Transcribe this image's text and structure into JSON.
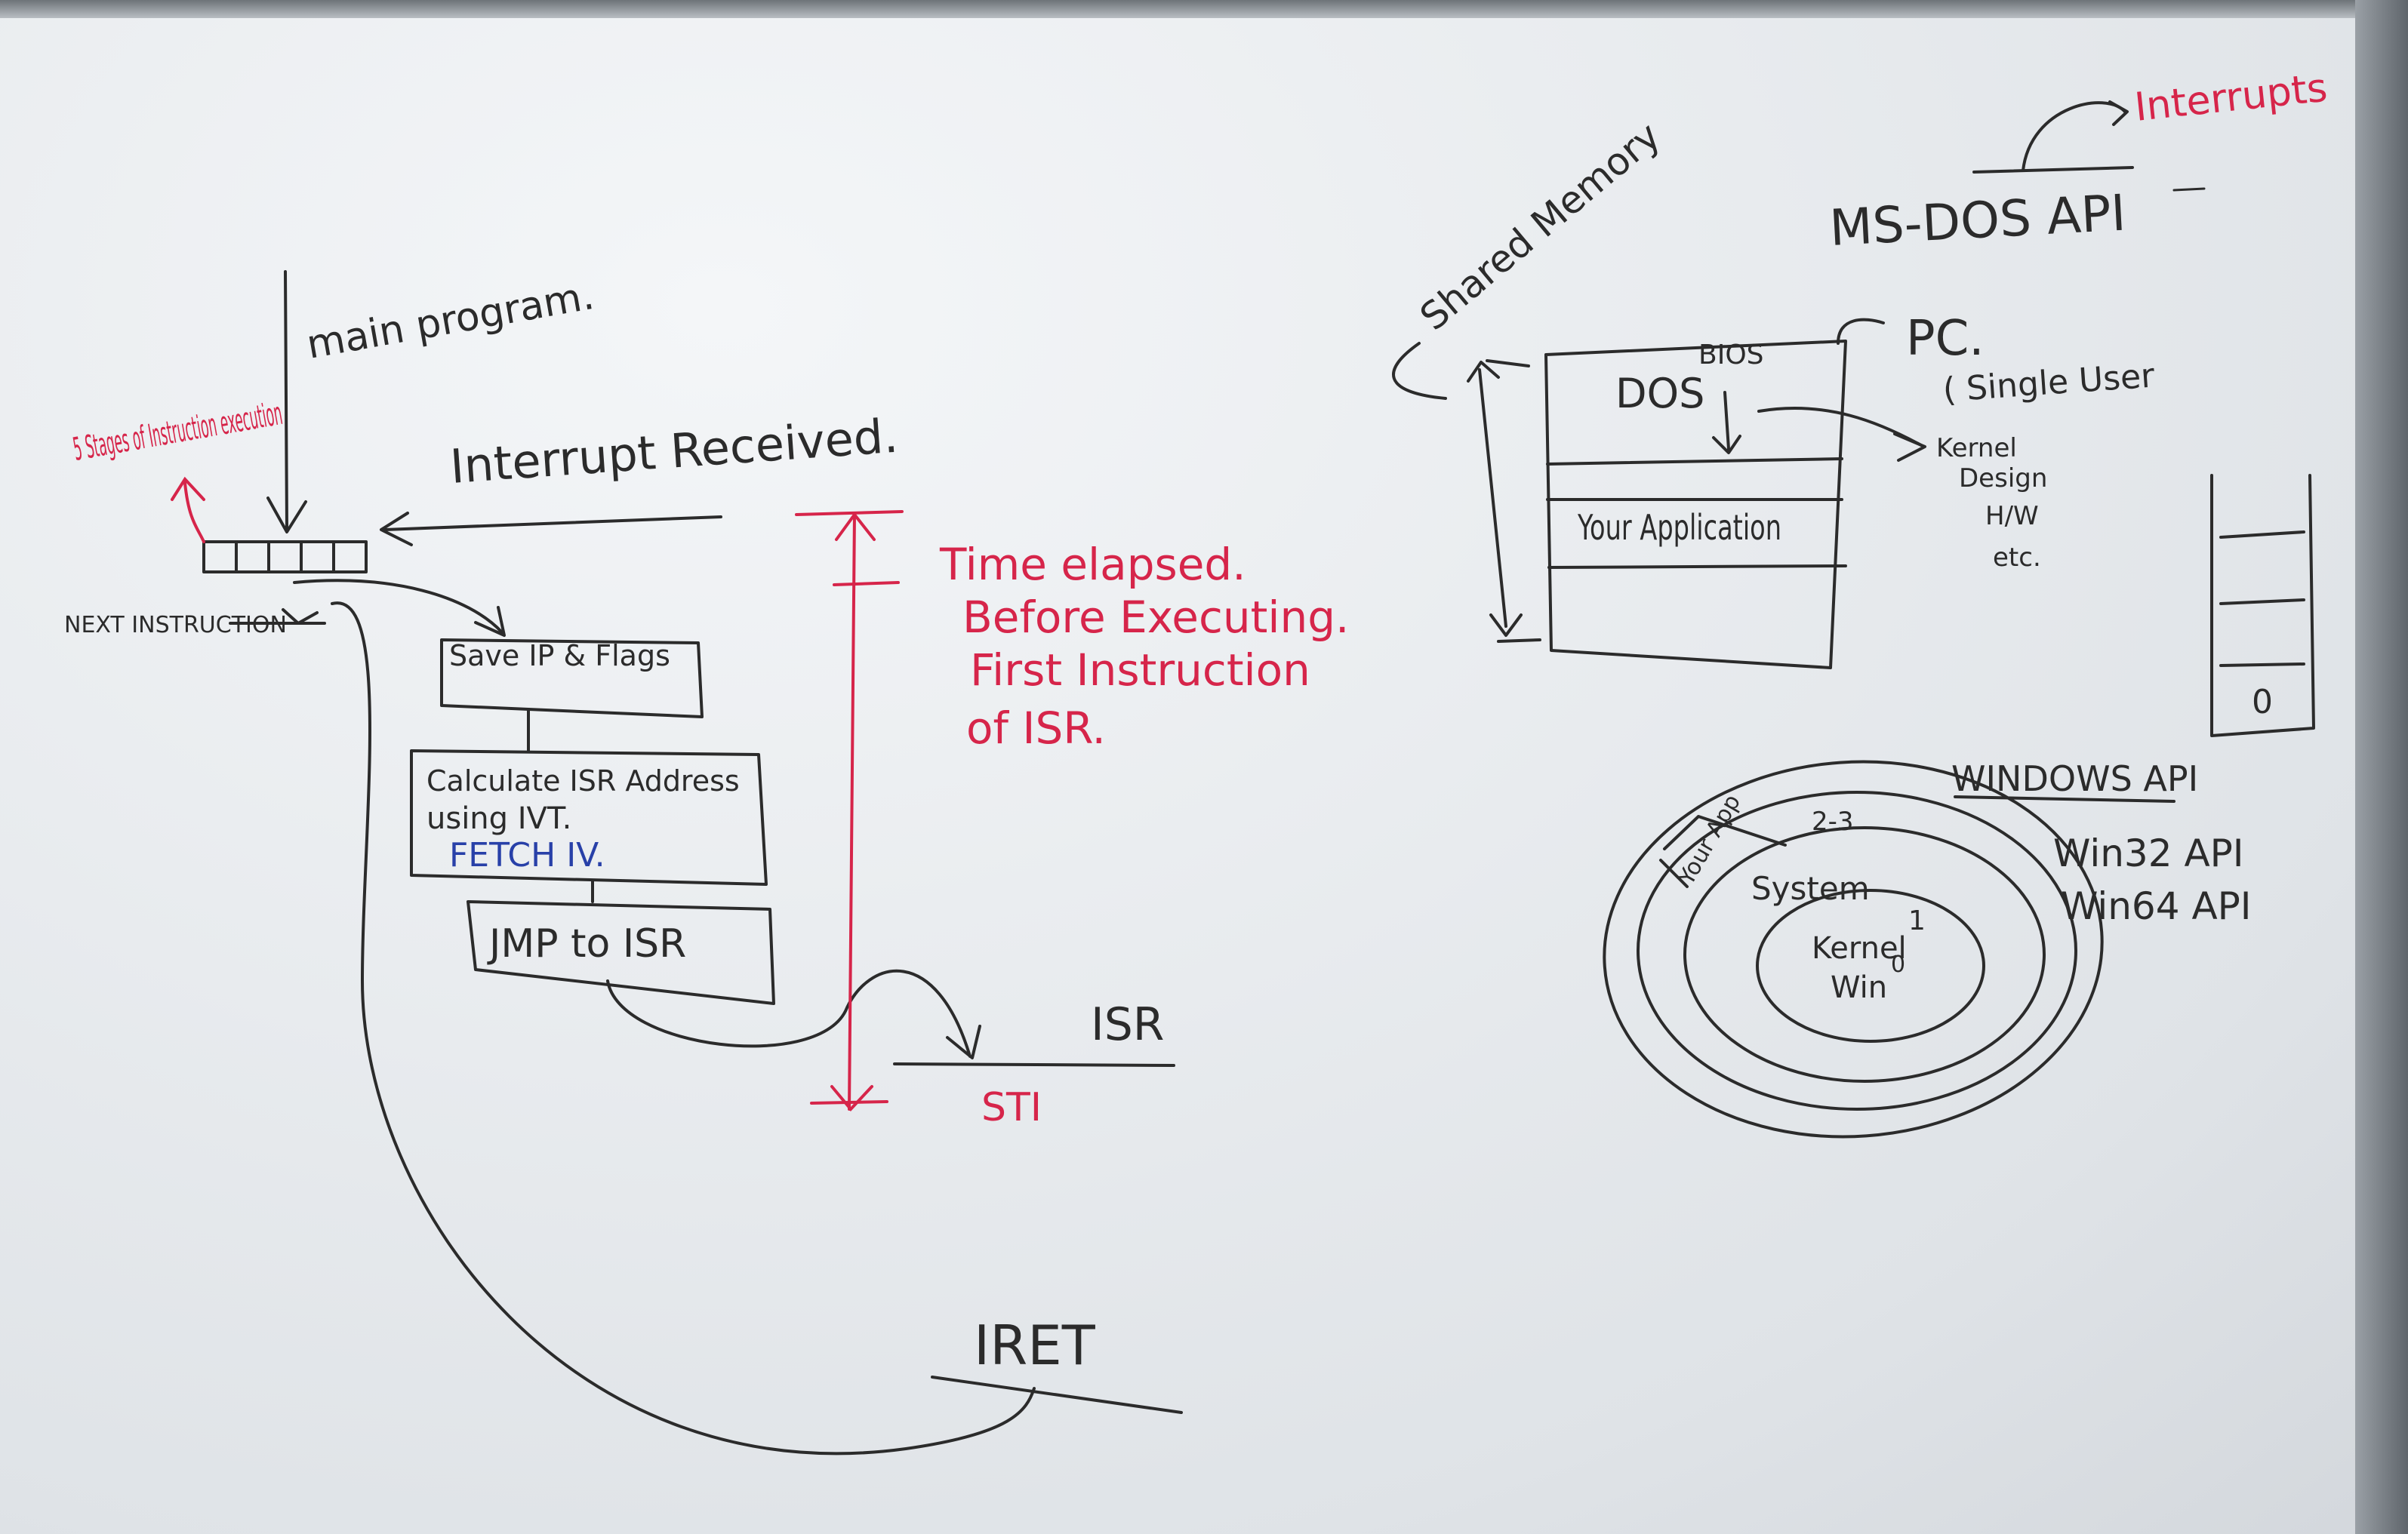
{
  "board": {
    "left": {
      "main_program": "main program.",
      "stages": "5 Stages of Instruction execution",
      "next_instruction": "NEXT INSTRUCTION",
      "interrupt_received": "Interrupt Received.",
      "save": "Save IP & Flags",
      "calculate_line1": "Calculate ISR Address",
      "calculate_line2": "using IVT.",
      "fetch_iv": "FETCH IV.",
      "jmp": "JMP to ISR",
      "isr": "ISR",
      "sti": "STI",
      "iret": "IRET",
      "time_elapsed_1": "Time elapsed.",
      "time_elapsed_2": "Before Executing.",
      "time_elapsed_3": "First Instruction",
      "time_elapsed_4": "of ISR."
    },
    "right": {
      "interrupts": "Interrupts",
      "msdos_api": "MS-DOS API",
      "shared_mem": "Shared Memory",
      "pc": "PC.",
      "single_user": "( Single User",
      "bios": "BIOS",
      "dos": "DOS",
      "your_app": "Your Application",
      "kernel_list": [
        "Kernel",
        "Design",
        "H/W",
        "etc."
      ],
      "stack_zero": "0",
      "windows_api": "WINDOWS API",
      "win32": "Win32 API",
      "win64": "Win64 API",
      "ring_app": "Your App",
      "ring_23": "2-3",
      "ring_system": "System",
      "ring_1": "1",
      "ring_kernel": "Kernel",
      "ring_kernel_0": "0",
      "ring_wn": "Win"
    }
  }
}
